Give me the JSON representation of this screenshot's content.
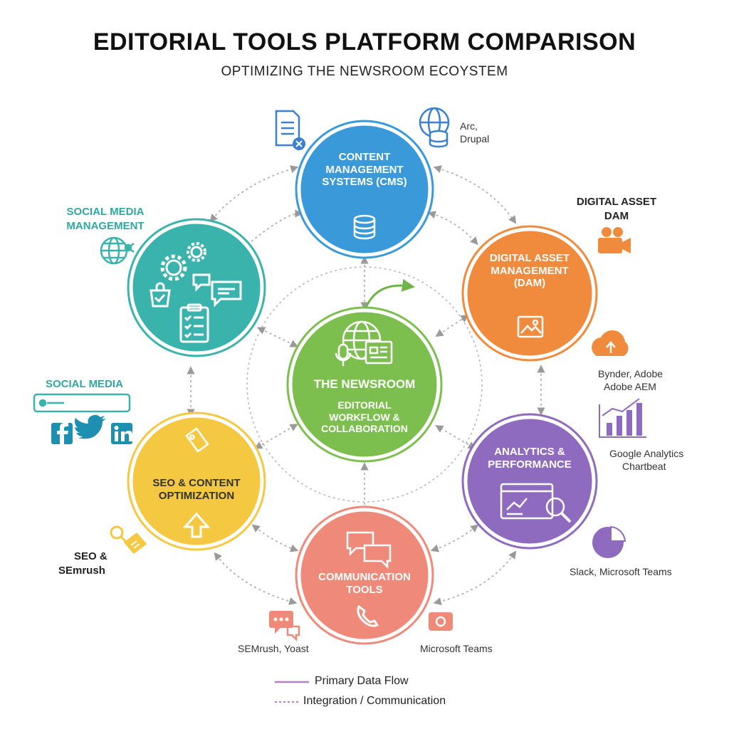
{
  "header": {
    "title": "EDITORIAL TOOLS PLATFORM COMPARISON",
    "subtitle": "OPTIMIZING THE NEWSROOM ECOYSTEM"
  },
  "colors": {
    "cms": "#3a9ad9",
    "dam": "#f08a3c",
    "analytics": "#8e6bbf",
    "communication": "#ef8a7a",
    "seo": "#f5c842",
    "social": "#3bb3ad",
    "newsroom": "#7cbf4f"
  },
  "nodes": {
    "cms": {
      "label": "CONTENT MANAGEMENT SYSTEMS (CMS)",
      "icon": "database-icon"
    },
    "dam": {
      "label": "DIGITAL ASSET MANAGEMENT (DAM)",
      "icon": "image-icon"
    },
    "analytics": {
      "label": "ANALYTICS & PERFORMANCE",
      "icon": "analytics-search-icon"
    },
    "communication": {
      "label": "COMMUNICATION TOOLS",
      "icon": "phone-icon"
    },
    "seo": {
      "label": "SEO & CONTENT OPTIMIZATION",
      "icon": "up-arrow-icon"
    },
    "social": {
      "label": "",
      "icon": "gears-chat-icon"
    },
    "newsroom": {
      "title": "THE NEWSROOM",
      "label": "EDITORIAL WORKFLOW & COLLABORATION",
      "icon": "globe-news-icon"
    }
  },
  "side_labels": {
    "cms_tools": "Arc, Drupal",
    "dam_heading": "DIGITAL ASSET DAM",
    "dam_tools_1": "Bynder, Adobe",
    "dam_tools_2": "Adobe AEM",
    "analytics_tools_1": "Google Analytics",
    "analytics_tools_2": "Chartbeat",
    "comm_tools_right": "Slack, Microsoft Teams",
    "comm_tools_bottom": "Microsoft Teams",
    "seo_tools_bottom": "SEMrush, Yoast",
    "seo_heading_1": "SEO &",
    "seo_heading_2": "SEmrush",
    "social_heading": "SOCIAL MEDIA MANAGEMENT",
    "social_media": "SOCIAL MEDIA"
  },
  "legend": {
    "primary": "Primary Data Flow",
    "integration": "Integration / Communication"
  }
}
